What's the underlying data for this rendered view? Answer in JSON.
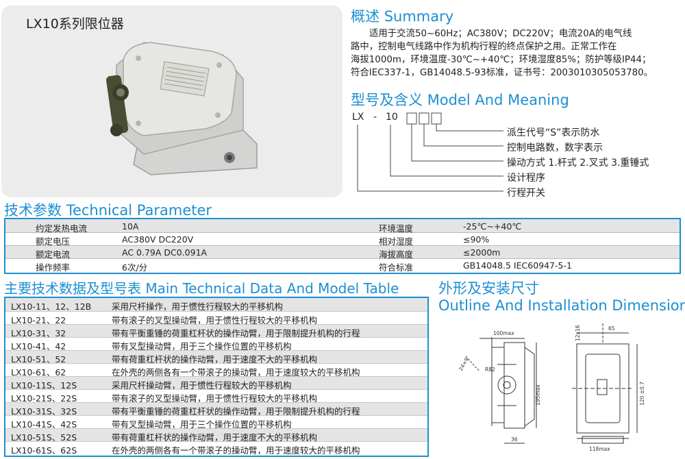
{
  "product": {
    "title": "LX10系列限位器"
  },
  "summary": {
    "heading_cn": "概述",
    "heading_en": "Summary",
    "lines": [
      "适用于交流50~60Hz；AC380V；DC220V；电流20A的电气线",
      "路中，控制电气线路中作为机构行程的终点保护之用。正常工作在",
      "海拔1000m，环境温度-30℃~+40℃；环境湿度85%；防护等级IP44；",
      "符合IEC337-1，GB14048.5-93标准，证书号：2003010305053780。"
    ]
  },
  "model_meaning": {
    "heading_cn": "型号及含义",
    "heading_en": "Model And Meaning",
    "code_prefix": "LX",
    "code_dash": "-",
    "code_number": "10",
    "items": [
      "派生代号“S”表示防水",
      "控制电路数，数字表示",
      "操动方式 1.杆式 2.叉式 3.重锤式",
      "设计程序",
      "行程开关"
    ]
  },
  "technical_parameter": {
    "heading_cn": "技术参数",
    "heading_en": "Technical Parameter",
    "rows": [
      [
        "约定发热电流",
        "10A",
        "环境温度",
        "-25℃~+40℃"
      ],
      [
        "额定电压",
        "AC380V  DC220V",
        "相对湿度",
        "≤90%"
      ],
      [
        "额定电流",
        "AC 0.79A  DC0.091A",
        "海拔高度",
        "≤2000m"
      ],
      [
        "操作频率",
        "6次/分",
        "符合标准",
        "GB14048.5  IEC60947-5-1"
      ]
    ]
  },
  "model_table": {
    "heading_cn": "主要技术数据及型号表",
    "heading_en": "Main Technical Data And Model Table",
    "rows": [
      [
        "LX10-11、12、12B",
        "采用尺杆操作，用于惯性行程较大的平移机构"
      ],
      [
        "LX10-21、22",
        "带有滚子的叉型操动臂，用于惯性行程较大的平移机构"
      ],
      [
        "LX10-31、32",
        "带有平衡重锤的荷重杠杆状的操作动臂，用于限制提升机构的行程"
      ],
      [
        "LX10-41、42",
        "带有叉型操动臂，用于三个操作位置的平移机构"
      ],
      [
        "LX10-51、52",
        "带有荷重杠杆状的操作动臂，用于速度不大的平移机构"
      ],
      [
        "LX10-61、62",
        "在外壳的两侧各有一个带滚子的操动臂，用于速度较大的平移机构"
      ],
      [
        "LX10-11S、12S",
        "采用尺杆操动臂，用于惯性行程较大的平移机构"
      ],
      [
        "LX10-21S、22S",
        "带有滚子的叉型操动臂，用于惯性行程较大的平移机构"
      ],
      [
        "LX10-31S、32S",
        "带有平衡重锤的荷重杠杆状的操作动臂，用于限制提升机构的行程"
      ],
      [
        "LX10-41S、42S",
        "带有叉型操动臂，用于三个操作位置的平移机构"
      ],
      [
        "LX10-51S、52S",
        "带有荷重杠杆状的操作动臂，用于速度不大的平移机构"
      ],
      [
        "LX10-61S、62S",
        "在外壳的两侧各有一个带滚子的操动臂，用于速度较大的平移机构"
      ]
    ]
  },
  "outline": {
    "heading_cn": "外形及安装尺寸",
    "heading_en": "Outline And Installation Dimensions",
    "dims": {
      "d100max": "100max",
      "d195max": "195max",
      "d36": "36",
      "r82": "R82",
      "d24x9": "24×9",
      "d65": "65",
      "d12x16": "12x16",
      "d120": "120 ±0.7",
      "d118max": "118max"
    }
  }
}
